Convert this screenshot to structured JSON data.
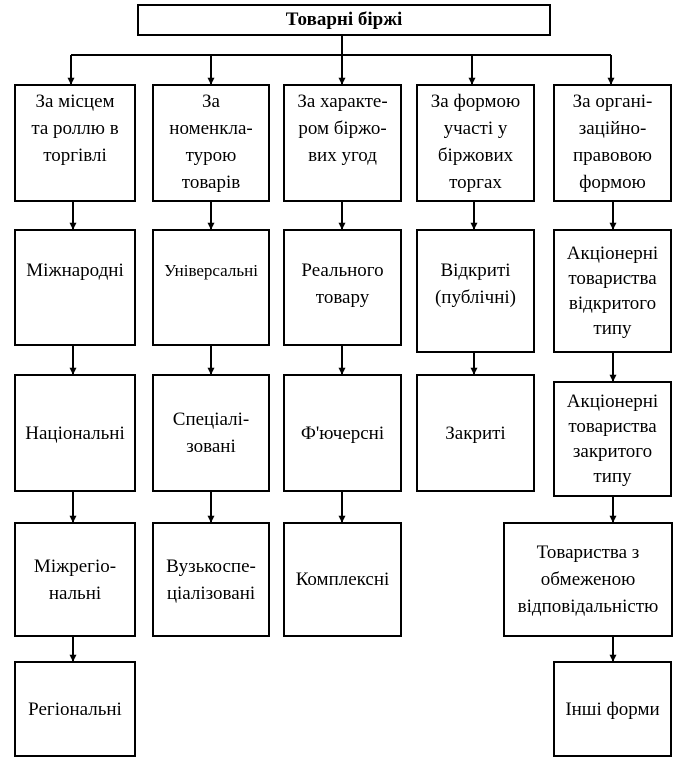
{
  "title": "Товарні біржі",
  "columns": [
    {
      "header": [
        "За місцем",
        "та роллю в",
        "торгівлі"
      ],
      "items": [
        [
          "Міжнародні"
        ],
        [
          "Національні"
        ],
        [
          "Міжрегіо-",
          "нальні"
        ],
        [
          "Регіональні"
        ]
      ]
    },
    {
      "header": [
        "За",
        "номенкла-",
        "турою",
        "товарів"
      ],
      "items": [
        [
          "Універсальні"
        ],
        [
          "Спеціалі-",
          "зовані"
        ],
        [
          "Вузькоспе-",
          "ціалізовані"
        ]
      ]
    },
    {
      "header": [
        "За характе-",
        "ром біржо-",
        "вих угод"
      ],
      "items": [
        [
          "Реального",
          "товару"
        ],
        [
          "Ф'ючерсні"
        ],
        [
          "Комплексні"
        ]
      ]
    },
    {
      "header": [
        "За формою",
        "участі у",
        "біржових",
        "торгах"
      ],
      "items": [
        [
          "Відкриті",
          "(публічні)"
        ],
        [
          "Закриті"
        ]
      ]
    },
    {
      "header": [
        "За органі-",
        "заційно-",
        "правовою",
        "формою"
      ],
      "items": [
        [
          "Акціонерні",
          "товариства",
          "відкритого",
          "типу"
        ],
        [
          "Акціонерні",
          "товариства",
          "закритого",
          "типу"
        ],
        [
          "Товариства з",
          "обмеженою",
          "відповідальністю"
        ],
        [
          "Інші форми"
        ]
      ]
    }
  ]
}
